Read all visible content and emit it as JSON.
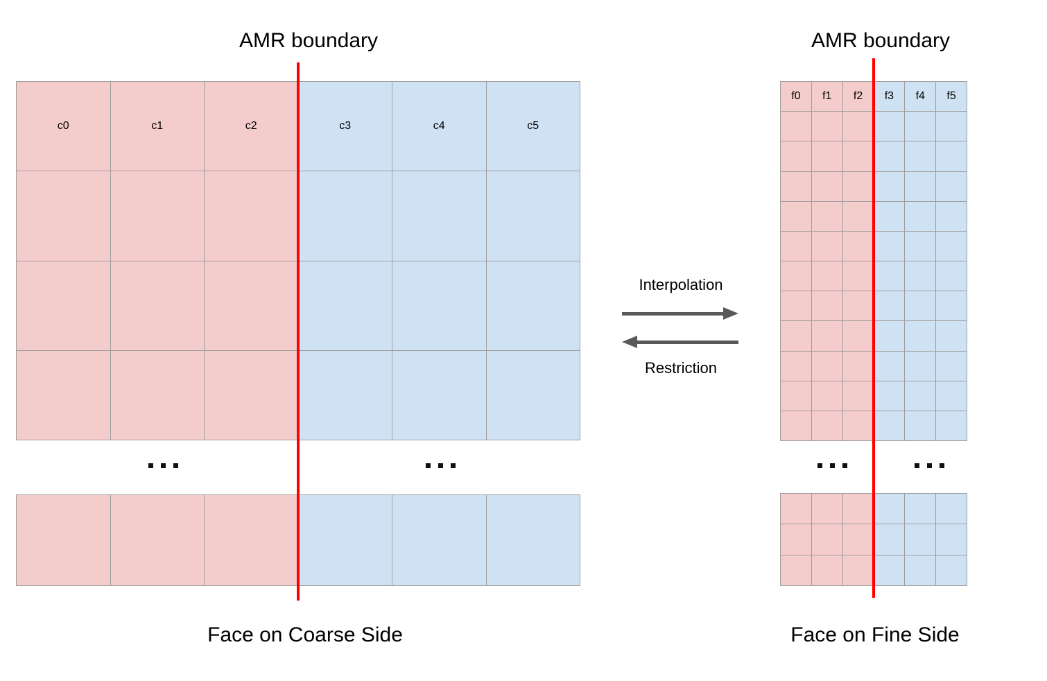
{
  "titles": {
    "coarse": "AMR boundary",
    "fine": "AMR boundary"
  },
  "captions": {
    "coarse": "Face on Coarse Side",
    "fine": "Face on Fine Side"
  },
  "arrows": {
    "interpolation_label": "Interpolation",
    "restriction_label": "Restriction"
  },
  "ellipsis": "...",
  "colors": {
    "left_fill": "#f4cccc",
    "right_fill": "#cfe2f3",
    "grid_line": "#9e9e9e",
    "boundary_line": "#ff0000",
    "arrow": "#595959",
    "text": "#000000"
  },
  "grids": [
    {
      "id": "coarse-main",
      "name": "coarse-main-grid",
      "cols": 6,
      "rows": 4,
      "left_cols": 3,
      "labels": [
        "c0",
        "c1",
        "c2",
        "c3",
        "c4",
        "c5"
      ]
    },
    {
      "id": "coarse-bottom",
      "name": "coarse-bottom-grid",
      "cols": 6,
      "rows": 1,
      "left_cols": 3,
      "labels": []
    },
    {
      "id": "fine-main",
      "name": "fine-main-grid",
      "cols": 6,
      "rows": 12,
      "left_cols": 3,
      "labels": [
        "f0",
        "f1",
        "f2",
        "f3",
        "f4",
        "f5"
      ]
    },
    {
      "id": "fine-bottom",
      "name": "fine-bottom-grid",
      "cols": 6,
      "rows": 3,
      "left_cols": 3,
      "labels": []
    }
  ],
  "dot_groups": [
    {
      "id": "dots-coarse-left",
      "count": 3
    },
    {
      "id": "dots-coarse-right",
      "count": 3
    },
    {
      "id": "dots-fine-left",
      "count": 3
    },
    {
      "id": "dots-fine-right",
      "count": 3
    }
  ]
}
